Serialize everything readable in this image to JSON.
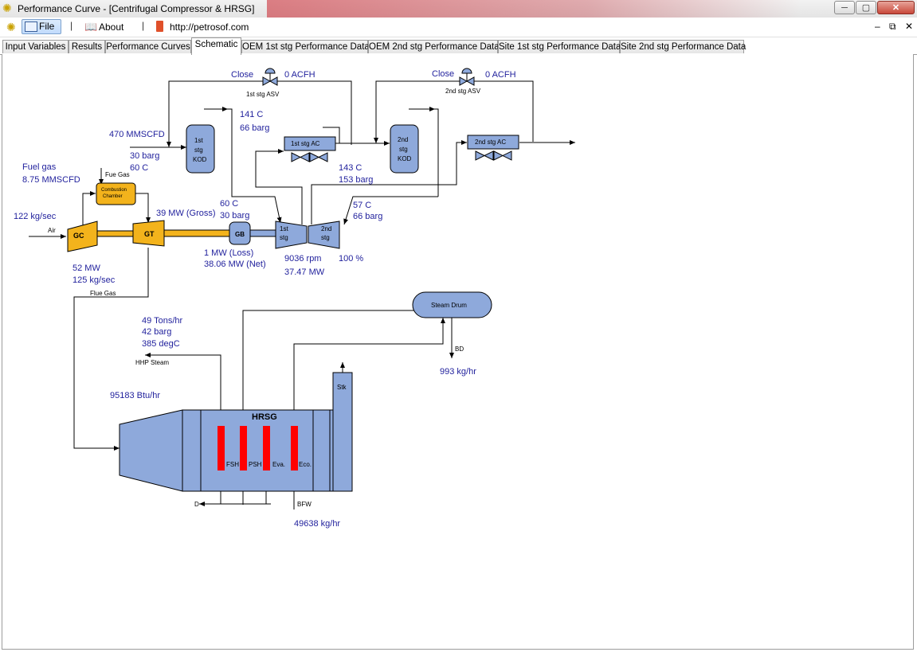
{
  "window": {
    "title": "Performance Curve - [Centrifugal Compressor & HRSG]",
    "controls": {
      "minimize": "─",
      "maximize": "▢",
      "close": "✕"
    },
    "mdi_controls": {
      "minimize": "–",
      "restore": "⧉",
      "close": "✕"
    }
  },
  "menu": {
    "file": "File",
    "about": "About",
    "link": "http://petrosof.com",
    "separator": "|"
  },
  "tabs": [
    {
      "label": "Input Variables"
    },
    {
      "label": "Results"
    },
    {
      "label": "Performance Curves"
    },
    {
      "label": "Schematic"
    },
    {
      "label": "OEM 1st stg Performance Data"
    },
    {
      "label": "OEM 2nd stg Performance Data"
    },
    {
      "label": "Site 1st stg Performance Data"
    },
    {
      "label": "Site 2nd stg Performance Data"
    }
  ],
  "active_tab": "Schematic",
  "colors": {
    "blue_equipment": "#8ea9db",
    "gas_turbine": "#f3b31c",
    "hrsg_tube": "#ff0000",
    "value_text": "#1f1f9c",
    "line": "#000000"
  },
  "schematic": {
    "asv1": {
      "state": "Close",
      "flow": "0 ACFH",
      "label": "1st stg ASV"
    },
    "asv2": {
      "state": "Close",
      "flow": "0 ACFH",
      "label": "2nd stg ASV"
    },
    "feed": {
      "flow": "470 MMSCFD",
      "pressure": "30 barg",
      "temp": "60 C"
    },
    "kod1": {
      "l1": "1st",
      "l2": "stg",
      "l3": "KOD"
    },
    "kod2": {
      "l1": "2nd",
      "l2": "stg",
      "l3": "KOD"
    },
    "ac1": {
      "label": "1st stg AC"
    },
    "ac2": {
      "label": "2nd stg AC"
    },
    "stage1_discharge": {
      "temp": "141 C",
      "pressure": "66 barg"
    },
    "stage2_discharge": {
      "temp": "143 C",
      "pressure": "153 barg"
    },
    "fuel": {
      "label": "Fuel gas",
      "flow": "8.75 MMSCFD",
      "line_label": "Fue Gas"
    },
    "combustion": {
      "l1": "Combustion",
      "l2": "Chamber"
    },
    "air": {
      "flow": "122 kg/sec",
      "label": "Air"
    },
    "gc": "GC",
    "gt": "GT",
    "gt_power": "39 MW (Gross)",
    "gb": "GB",
    "gb_loss": "1 MW (Loss)",
    "net_power": "38.06 MW (Net)",
    "suction1": {
      "temp": "60 C",
      "pressure": "30 barg"
    },
    "suction2": {
      "temp": "57 C",
      "pressure": "66 barg"
    },
    "comp1": {
      "l1": "1st",
      "l2": "stg"
    },
    "comp2": {
      "l1": "2nd",
      "l2": "stg"
    },
    "speed": "9036 rpm",
    "comp_power": "37.47 MW",
    "speed_pct": "100 %",
    "exhaust": {
      "power": "52 MW",
      "flow": "125 kg/sec",
      "label": "Flue Gas"
    },
    "steam": {
      "flow": "49 Tons/hr",
      "pressure": "42 barg",
      "temp": "385 degC",
      "label": "HHP Steam"
    },
    "duty": "95183 Btu/hr",
    "hrsg": "HRSG",
    "fsh": "FSH",
    "psh": "PSH",
    "eva": "Eva.",
    "eco": "Eco.",
    "stk": "Stk",
    "steam_drum": "Steam Drum",
    "bd": {
      "label": "BD",
      "flow": "993 kg/hr"
    },
    "drain": "D",
    "bfw": {
      "label": "BFW",
      "flow": "49638 kg/hr"
    }
  }
}
